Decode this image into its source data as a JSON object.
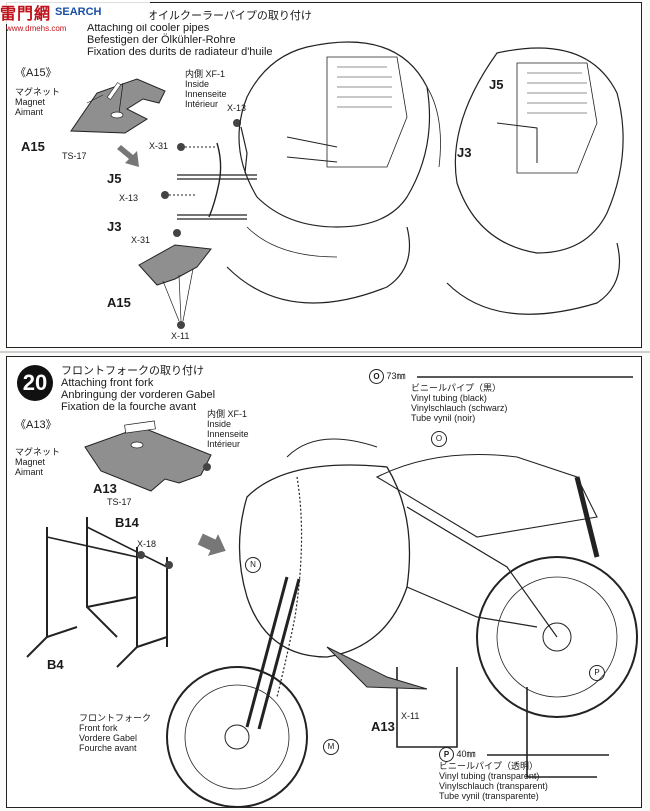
{
  "watermark": {
    "chinese": "雷門網",
    "search": "SEARCH",
    "url": "www.dmehs.com"
  },
  "colors": {
    "line": "#222222",
    "number_bg": "#111111",
    "watermark_red": "#c0121b",
    "watermark_blue": "#1a4fa3"
  },
  "step19": {
    "title_ja": "オイルクーラーパイプの取り付け",
    "title_en": "Attaching oil cooler pipes",
    "title_de": "Befestigen der Ölkühler-Rohre",
    "title_fr": "Fixation des durits de radiateur d'huile",
    "part_ref": "《A15》",
    "magnet": [
      "マグネット",
      "Magnet",
      "Aimant"
    ],
    "inside_code": "内側 XF-1",
    "inside": [
      "Inside",
      "Innenseite",
      "Intérieur"
    ],
    "labels": {
      "a15_top": "A15",
      "ts17": "TS-17",
      "x13a": "X-13",
      "x31a": "X-31",
      "j5": "J5",
      "x13b": "X-13",
      "j3": "J3",
      "x31b": "X-31",
      "a15_bottom": "A15",
      "x11": "X-11",
      "j5_right": "J5",
      "j3_right": "J3"
    }
  },
  "step20": {
    "number": "20",
    "title_ja": "フロントフォークの取り付け",
    "title_en": "Attaching front fork",
    "title_de": "Anbringung der vorderen Gabel",
    "title_fr": "Fixation de la fourche avant",
    "part_ref": "《A13》",
    "magnet": [
      "マグネット",
      "Magnet",
      "Aimant"
    ],
    "inside_code": "内側 XF-1",
    "inside": [
      "Inside",
      "Innenseite",
      "Intérieur"
    ],
    "tube_o": {
      "letter": "O",
      "length": "73㎜",
      "ja": "ビニールパイプ（黒）",
      "en": "Vinyl tubing (black)",
      "de": "Vinylschlauch (schwarz)",
      "fr": "Tube vynil (noir)"
    },
    "tube_p": {
      "letter": "P",
      "length": "40㎜",
      "ja": "ビニールパイプ（透明）",
      "en": "Vinyl tubing (transparent)",
      "de": "Vinylschlauch (transparent)",
      "fr": "Tube vynil (transparente)"
    },
    "fork": [
      "フロントフォーク",
      "Front fork",
      "Vordere Gabel",
      "Fourche avant"
    ],
    "labels": {
      "a13_top": "A13",
      "ts17": "TS-17",
      "b14": "B14",
      "x18": "X-18",
      "b4": "B4",
      "a13_bottom": "A13",
      "x11": "X-11",
      "n": "N",
      "o": "O",
      "p": "P",
      "m": "M"
    }
  }
}
